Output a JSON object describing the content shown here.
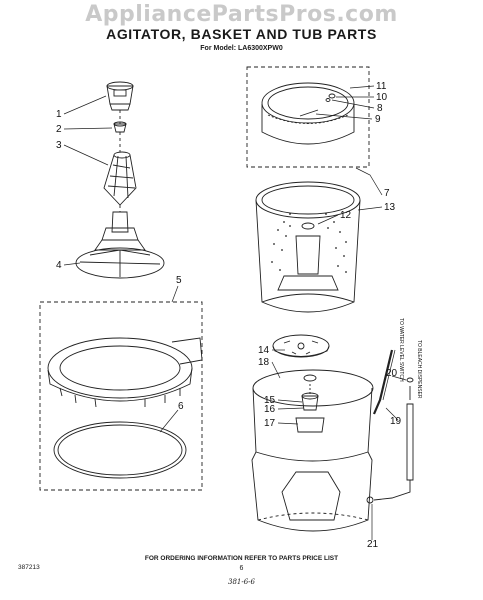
{
  "watermark": "AppliancePartsPros.com",
  "title": "AGITATOR, BASKET AND TUB PARTS",
  "subtitle": "For Model: LA6300XPW0",
  "callouts": [
    "1",
    "2",
    "3",
    "4",
    "5",
    "6",
    "7",
    "8",
    "9",
    "10",
    "11",
    "12",
    "13",
    "14",
    "15",
    "16",
    "17",
    "18",
    "19",
    "20",
    "21"
  ],
  "notes": {
    "water_hose": "TO WATER LEVEL SWITCH",
    "bleach": "TO BLEACH DISPENSER"
  },
  "footer": "FOR ORDERING INFORMATION REFER TO PARTS PRICE LIST",
  "doc_number": "387213",
  "page_number": "6",
  "handwritten": "381-6-6"
}
